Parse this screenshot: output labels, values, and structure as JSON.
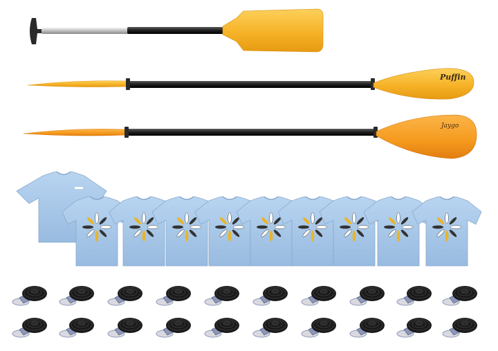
{
  "paddles": {
    "canoe_paddle": {
      "color": "#f7b52c",
      "shaft_color": "#222222",
      "grip_color": "#2a2a2a",
      "metal_color": "#c9c9c9"
    },
    "kayak_paddle_yellow": {
      "color": "#f6b328",
      "shaft_color": "#1e1e1e",
      "brand": "Puffin"
    },
    "kayak_paddle_orange": {
      "color": "#f59a1e",
      "shaft_color": "#1e1e1e",
      "brand": "Jaygo"
    }
  },
  "tshirts": {
    "plain_shirt_count": 1,
    "printed_shirt_count": 9,
    "shirt_color": "#a9c9ea",
    "print_colors": [
      "#333333",
      "#ffffff",
      "#e8b52b"
    ]
  },
  "straps": {
    "rows": 2,
    "per_row": 10,
    "strap_color": "#1a1a1a",
    "buckle_color": "#8c97b8"
  }
}
